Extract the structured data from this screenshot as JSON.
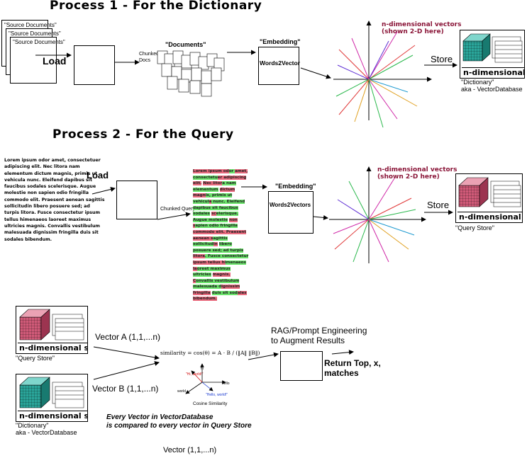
{
  "process1": {
    "title": "Process 1 - For the Dictionary",
    "source_docs": [
      "\"Source Documents\"",
      "\"Source Documents\"",
      "\"Source Documents\""
    ],
    "load_label": "Load",
    "chunked_label": "Chunked\nDocs",
    "documents_label": "\"Documents\"",
    "embedding_label": "\"Embedding\"",
    "words2vector": "Words2Vector",
    "vectors_label": "n-dimensional vectors\n(shown 2-D here)",
    "store_label": "Store",
    "store_box": "n-dimensional store",
    "dictionary_caption": "\"Dictionary\"\naka - VectorDatabase"
  },
  "process2": {
    "title": "Process 2 - For the Query",
    "lorem": "Lorem ipsum odor amet, consectetuer adipiscing elit. Nec litora nam elementum dictum magnis, primis ut vehicula nunc. Eleifend dapibus sit faucibus sodales scelerisque. Augue molestie non sapien odio fringilla commodo elit. Praesent aenean sagittis sollicitudin libero posuere sed; ad turpis litora. Fusce consectetur ipsum tellus himenaeos laoreet maximus ultricies magnis. Convallis vestibulum malesuada dignissim fringilla duis sit sodales bibendum.",
    "load_label": "Load",
    "chunked_query": "Chunked Query",
    "embedding_label": "\"Embedding\"",
    "words2vectors": "Words2Vectors",
    "vectors_label": "n-dimensional vectors\n(shown 2-D here)",
    "store_label": "Store",
    "store_box": "n-dimensional store",
    "query_store_caption": "\"Query Store\""
  },
  "process3": {
    "store_box_top": "n-dimensional store",
    "query_store_caption": "\"Query Store\"",
    "vector_a": "Vector A (1,1,...n)",
    "vector_b": "Vector B (1,1,...n)",
    "store_box_bottom": "n-dimensional store",
    "dictionary_caption": "\"Dictionary\"\naka - VectorDatabase",
    "rag_label": "RAG/Prompt Engineering\nto Augment Results",
    "return_label": "Return Top, x,\nmatches",
    "formula": "similarity = cos(θ) = A · B / (‖A‖ ‖B‖)",
    "cosine_caption": "Cosine Similarity",
    "cos_hi": "\"Hi, world!\"",
    "cos_hello": "\"Hello, world!\"",
    "cos_world": "world",
    "cos_hellow": "hello",
    "cos_hi_axis": "hi",
    "compare_note": "Every Vector in VectorDatabase\nis compared to every vector in Query Store",
    "vector_bottom": "Vector (1,1,...n)"
  },
  "colors": {
    "vector_label": "#8a1538",
    "cube_teal": "#2aa59a",
    "cube_pink": "#d05a78",
    "highlight_green": "#6be36b",
    "highlight_red": "#e96b7e"
  }
}
